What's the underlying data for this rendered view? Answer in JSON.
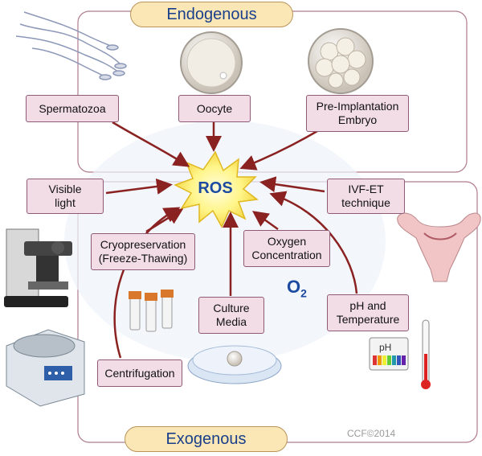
{
  "title_top": "Endogenous",
  "title_bottom": "Exogenous",
  "center": "ROS",
  "o2": {
    "main": "O",
    "sub": "2"
  },
  "credit": "CCF©2014",
  "labels": {
    "spermatozoa": "Spermatozoa",
    "oocyte": "Oocyte",
    "embryo": "Pre-Implantation\nEmbryo",
    "visible_light": "Visible\nlight",
    "ivf": "IVF-ET\ntechnique",
    "cryo": "Cryopreservation\n(Freeze-Thawing)",
    "oxygen": "Oxygen\nConcentration",
    "culture": "Culture\nMedia",
    "ph": "pH and\nTemperature",
    "centrifugation": "Centrifugation"
  },
  "colors": {
    "arrow": "#8b2222",
    "frame": "#b07a90",
    "label_fill": "#f2dde6",
    "pill_fill": "#fbe7b6",
    "ros_star": "#fff27a",
    "text_blue": "#1b4aa0"
  },
  "icons": [
    "sperm-illustration",
    "oocyte-illustration",
    "embryo-illustration",
    "microscope-illustration",
    "centrifuge-illustration",
    "cryovials-illustration",
    "petri-dish-illustration",
    "uterus-illustration",
    "ph-strip-illustration",
    "thermometer-illustration"
  ]
}
